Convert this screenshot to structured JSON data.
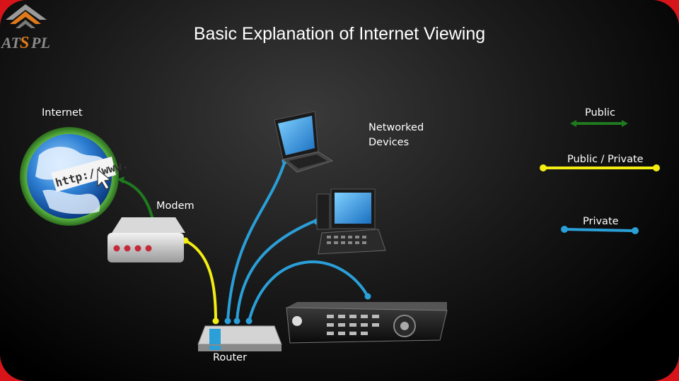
{
  "title": "Basic Explanation of Internet Viewing",
  "logo_text": {
    "a": "AT",
    "b": "S",
    "c": "PL"
  },
  "labels": {
    "internet": "Internet",
    "networked_devices_line1": "Networked",
    "networked_devices_line2": "Devices",
    "modem": "Modem",
    "router": "Router"
  },
  "legend": {
    "public": "Public",
    "public_private": "Public / Private",
    "private": "Private"
  },
  "globe_text": "http://www.",
  "colors": {
    "public": "#1f7a1f",
    "public_private": "#f2ee12",
    "private": "#2a9fd8",
    "background": "#000000",
    "border": "#d8141b",
    "logo_orange": "#e07a1a"
  }
}
